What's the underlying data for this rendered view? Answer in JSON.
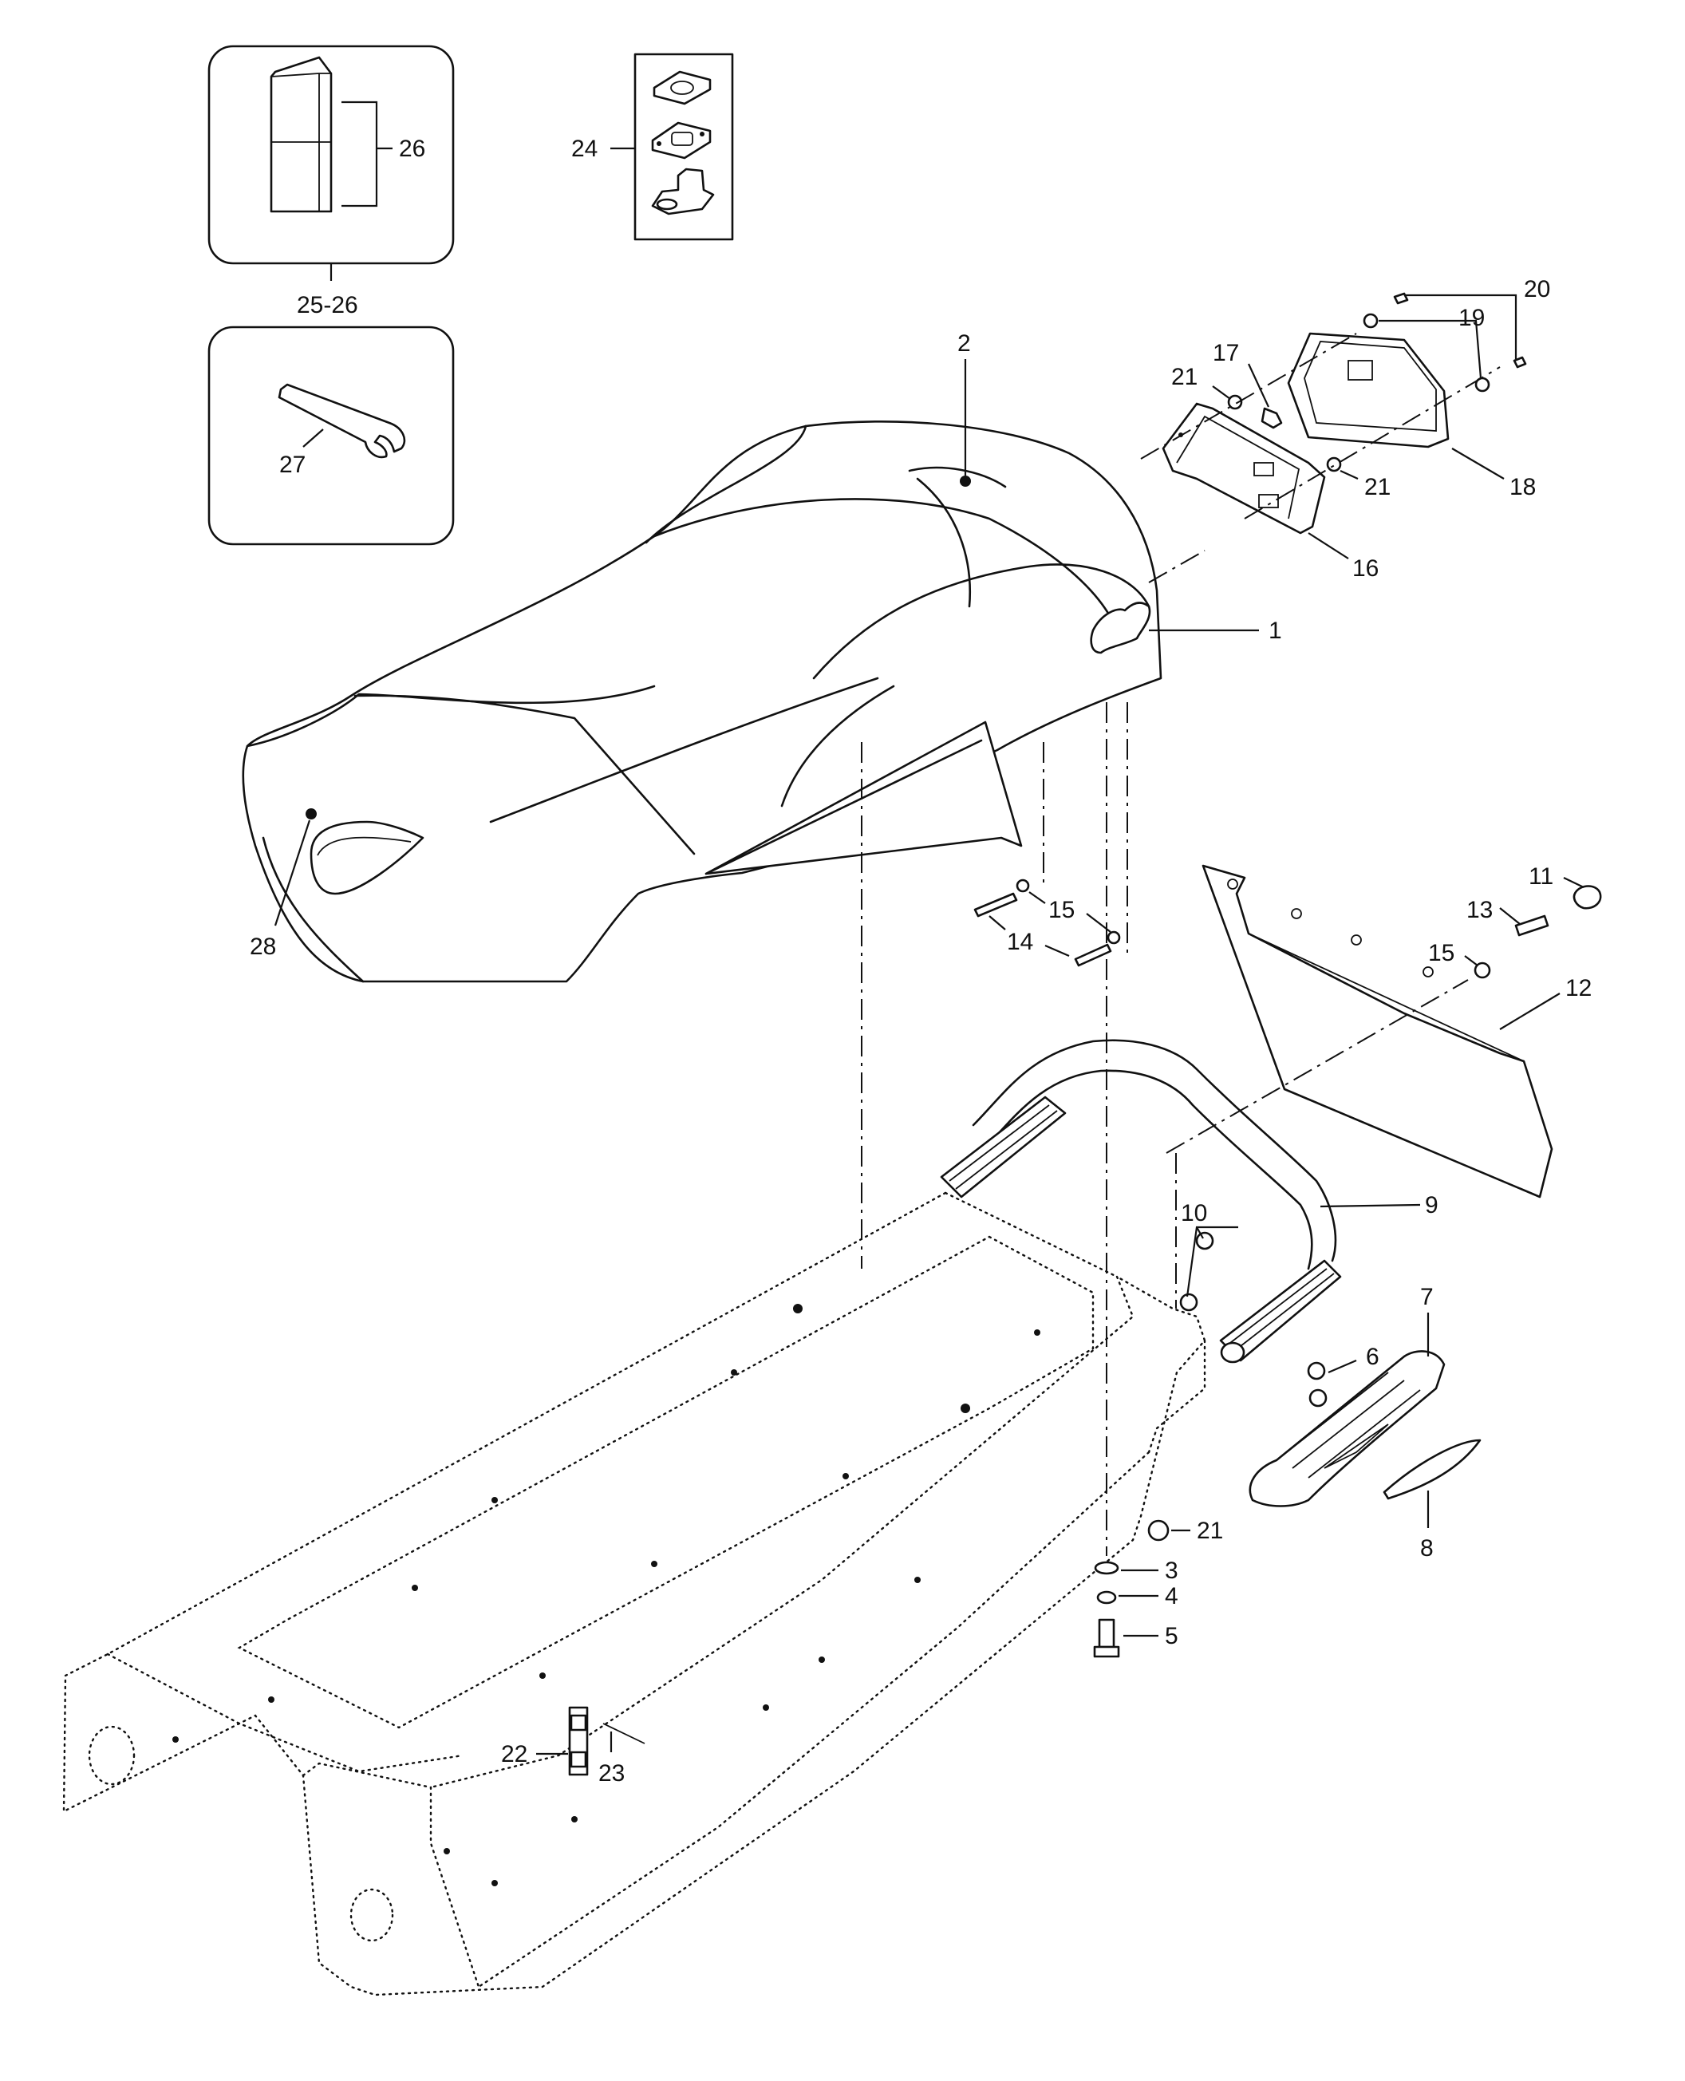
{
  "callouts": {
    "c1": "1",
    "c2": "2",
    "c3": "3",
    "c4": "4",
    "c5": "5",
    "c6": "6",
    "c7": "7",
    "c8": "8",
    "c9": "9",
    "c10": "10",
    "c11": "11",
    "c12": "12",
    "c13": "13",
    "c14": "14",
    "c15a": "15",
    "c15b": "15",
    "c16": "16",
    "c17": "17",
    "c18": "18",
    "c19": "19",
    "c20": "20",
    "c21a": "21",
    "c21b": "21",
    "c21c": "21",
    "c22": "22",
    "c23": "23",
    "c24": "24",
    "c25_26": "25-26",
    "c26": "26",
    "c27": "27",
    "c28": "28"
  },
  "colors": {
    "line": "#111111",
    "background": "#ffffff"
  }
}
